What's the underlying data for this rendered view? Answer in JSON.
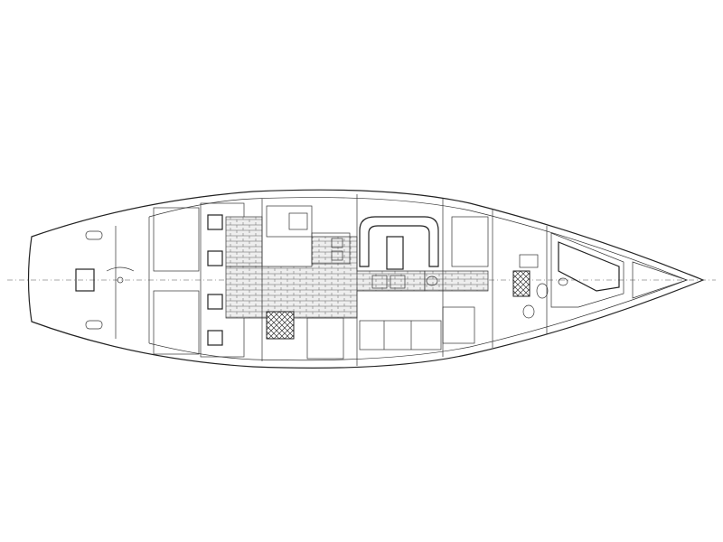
{
  "diagram": {
    "line_color": "#222222",
    "background": "#ffffff",
    "components": [
      "hull",
      "centerline",
      "bulkheads",
      "cabins",
      "galley",
      "saloon",
      "heads",
      "forepeak"
    ]
  }
}
